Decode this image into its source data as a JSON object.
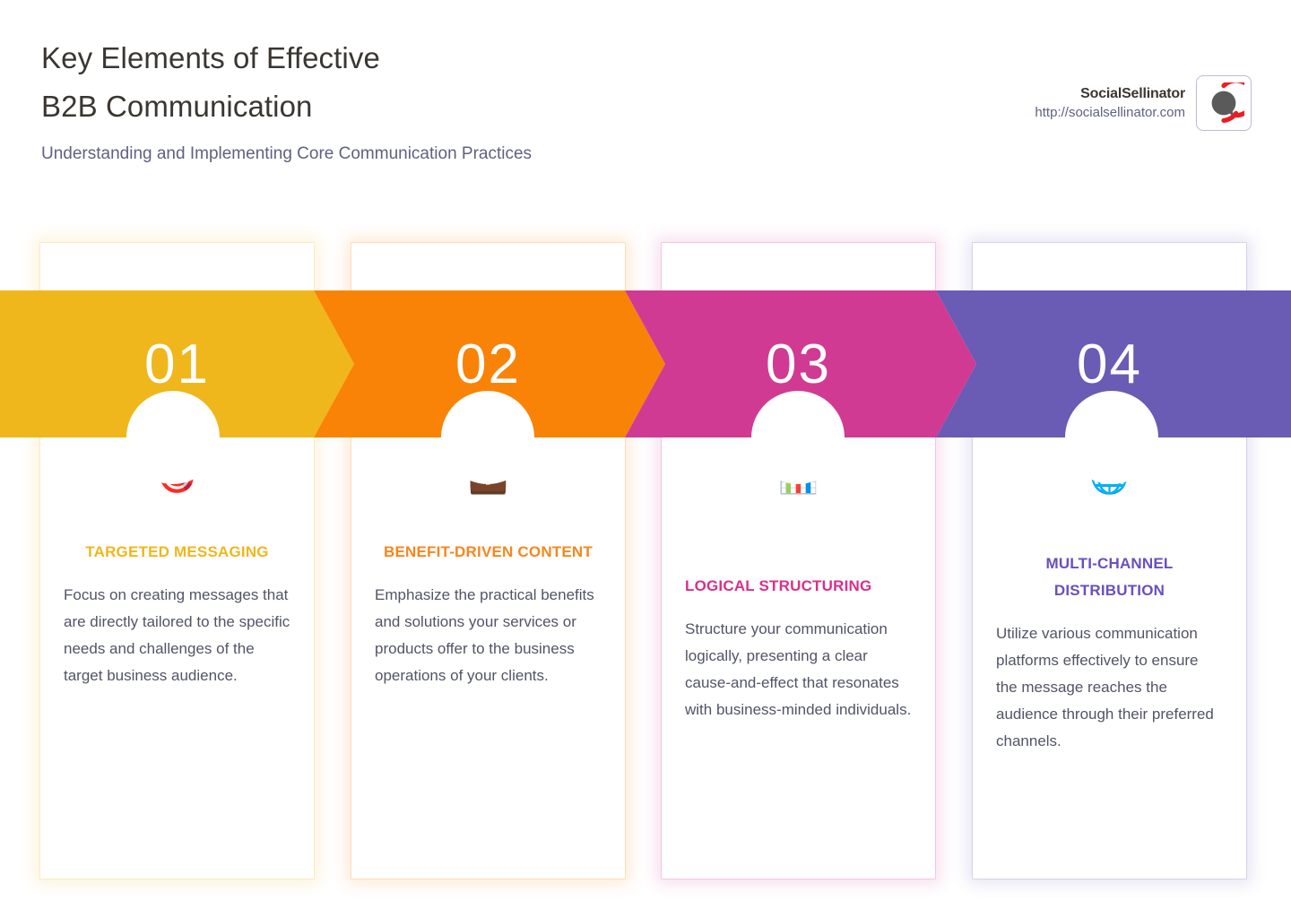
{
  "header": {
    "title_line1": "Key Elements of Effective",
    "title_line2": "B2B Communication",
    "subtitle": "Understanding and Implementing Core Communication Practices"
  },
  "brand": {
    "name": "SocialSellinator",
    "url": "http://socialsellinator.com",
    "logo_icon": "speech-bubble-ring-logo",
    "logo_ring_color": "#EC1C24",
    "logo_bubble_color": "#5A5A5A"
  },
  "cards": [
    {
      "number": "01",
      "icon": "🎯",
      "icon_name": "target-dart-icon",
      "title": "TARGETED MESSAGING",
      "description": "Focus on creating messages that are directly tailored to the specific needs and challenges of the target business audience.",
      "color": "#EFB71C"
    },
    {
      "number": "02",
      "icon": "💼",
      "icon_name": "briefcase-icon",
      "title": "BENEFIT-DRIVEN CONTENT",
      "description": "Emphasize the practical benefits and solutions your services or products offer to the business operations of your clients.",
      "color": "#F98307"
    },
    {
      "number": "03",
      "icon": "📊",
      "icon_name": "bar-chart-icon",
      "title": "LOGICAL STRUCTURING",
      "description": "Structure your communication logically, presenting a clear cause-and-effect that resonates with business-minded individuals.",
      "color": "#D13A93"
    },
    {
      "number": "04",
      "icon": "🌐",
      "icon_name": "globe-icon",
      "title": "MULTI-CHANNEL DISTRIBUTION",
      "description": "Utilize various communication platforms effectively to ensure the message reaches the audience through their preferred channels.",
      "color": "#6A5BB5"
    }
  ]
}
